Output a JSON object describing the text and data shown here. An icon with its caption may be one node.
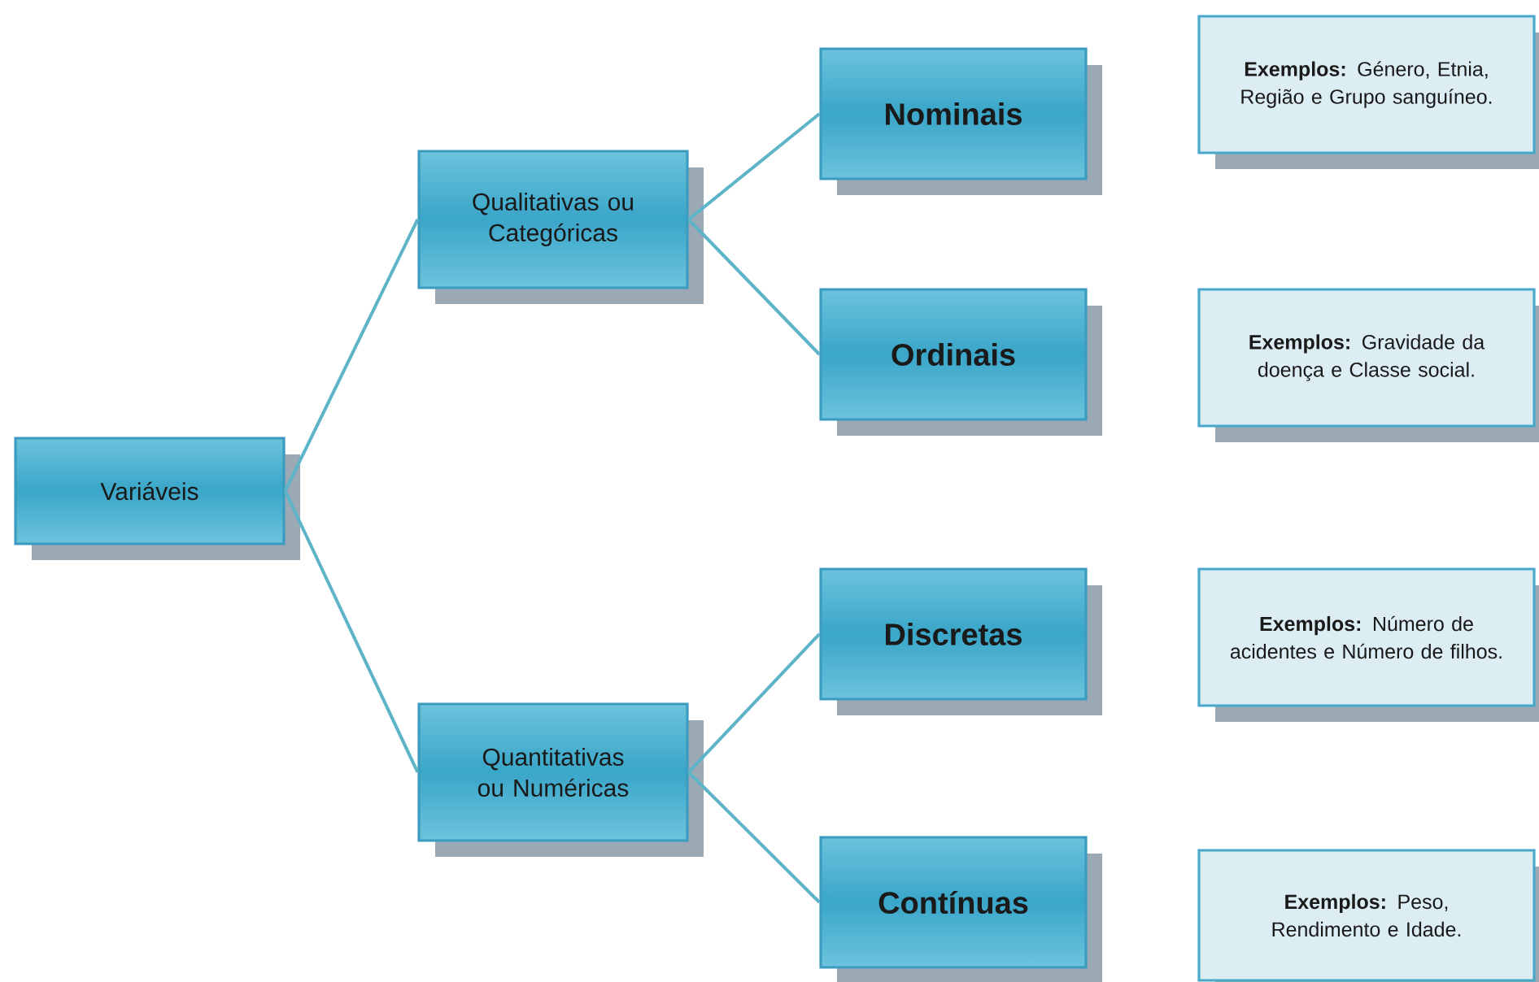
{
  "diagram": {
    "nodes": [
      {
        "text": [
          "Variáveis"
        ]
      },
      {
        "text": [
          "Qualitativas ou Categóricas"
        ]
      },
      {
        "text": [
          "Quantitativas ou Numéricas"
        ]
      },
      {
        "text": [
          "Nominais"
        ]
      },
      {
        "text": [
          "Ordinais"
        ]
      },
      {
        "text": [
          "Discretas"
        ]
      },
      {
        "text": [
          "Contínuas"
        ]
      },
      {
        "text": [
          "**Exemplos:** Género, Etnia, Região e Grupo sanguíneo."
        ]
      },
      {
        "text": [
          "**Exemplos:** Gravidade da doença e Classe social."
        ]
      },
      {
        "text": [
          "**Exemplos:** Número de acidentes e Número de filhos."
        ]
      },
      {
        "text": [
          "**Exemplos:** Peso, Rendimento e Idade."
        ]
      }
    ],
    "edges": [
      {
        "from": 0,
        "to": 1,
        "arrow": "none"
      },
      {
        "from": 0,
        "to": 2,
        "arrow": "none"
      },
      {
        "from": 1,
        "to": 3,
        "arrow": "none"
      },
      {
        "from": 1,
        "to": 4,
        "arrow": "none"
      },
      {
        "from": 2,
        "to": 5,
        "arrow": "none"
      },
      {
        "from": 2,
        "to": 6,
        "arrow": "none"
      }
    ]
  }
}
